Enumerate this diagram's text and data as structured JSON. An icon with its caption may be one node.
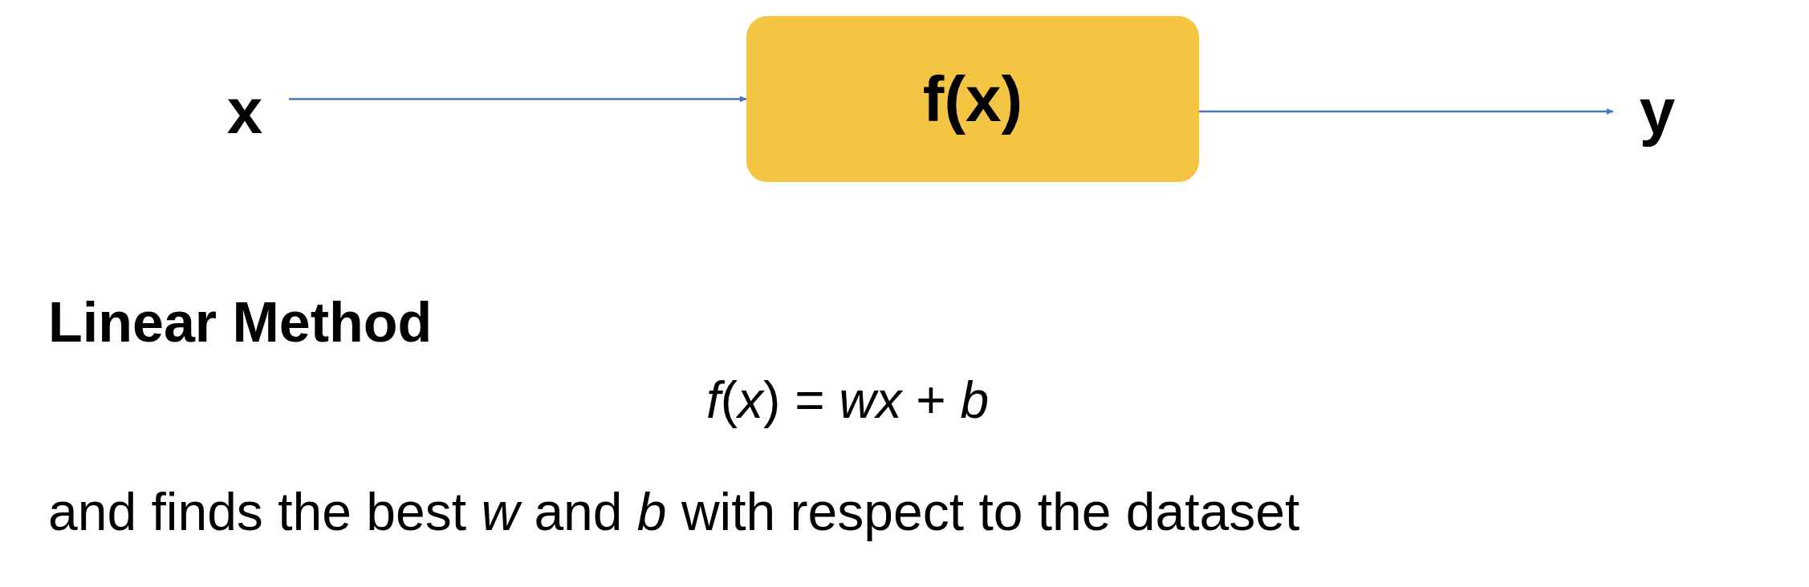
{
  "diagram": {
    "nodes": [
      {
        "text": [
          "x"
        ]
      },
      {
        "text": [
          "f(x)"
        ]
      },
      {
        "text": [
          "y"
        ]
      }
    ],
    "edges": [
      {
        "from": 0,
        "to": 1,
        "arrow": "to"
      },
      {
        "from": 1,
        "to": 2,
        "arrow": "to"
      }
    ],
    "labels": [
      "Linear Method",
      "*f*(*x*) = *wx* + *b*",
      "and finds the best *w* and *b* with respect to the dataset"
    ]
  }
}
